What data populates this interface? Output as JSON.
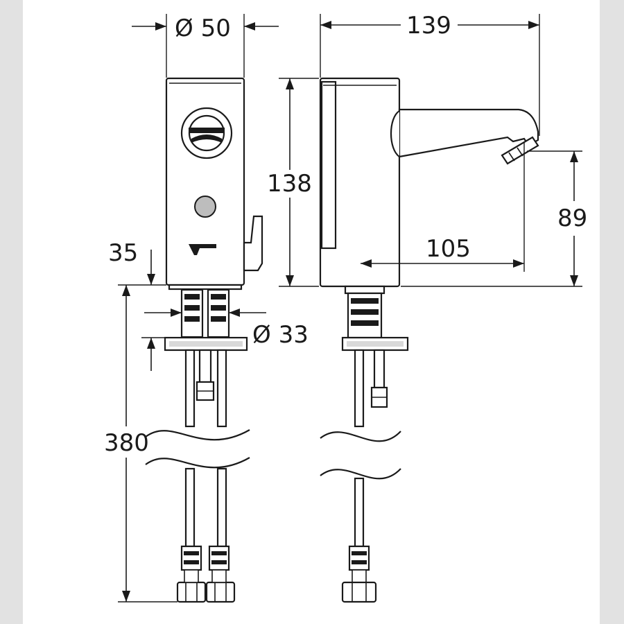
{
  "dimensions": {
    "body_diameter": "Ø 50",
    "total_depth": "139",
    "body_height": "138",
    "outlet_height": "89",
    "outlet_reach": "105",
    "base_offset": "35",
    "connection_diameter": "Ø 33",
    "hose_length": "380"
  }
}
